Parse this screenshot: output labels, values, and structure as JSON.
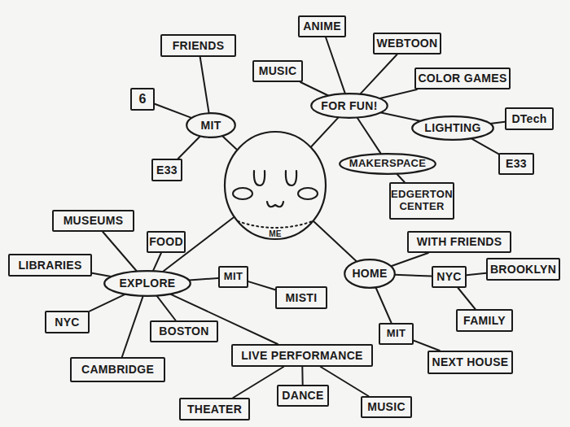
{
  "diagram": {
    "nodes": [
      {
        "text": [
          "FRIENDS"
        ]
      },
      {
        "text": [
          "ANIME"
        ]
      },
      {
        "text": [
          "WEBTOON"
        ]
      },
      {
        "text": [
          "MUSIC"
        ]
      },
      {
        "text": [
          "FOR FUN!"
        ]
      },
      {
        "text": [
          "COLOR GAMES"
        ]
      },
      {
        "text": [
          "6"
        ]
      },
      {
        "text": [
          "MIT"
        ]
      },
      {
        "text": [
          "LIGHTING"
        ]
      },
      {
        "text": [
          "DTech"
        ]
      },
      {
        "text": [
          "MAKERSPACE"
        ]
      },
      {
        "text": [
          "E33"
        ]
      },
      {
        "text": [
          "E33"
        ]
      },
      {
        "text": [
          "ME"
        ]
      },
      {
        "text": [
          "EDGERTON CENTER"
        ]
      },
      {
        "text": [
          "MUSEUMS"
        ]
      },
      {
        "text": [
          "FOOD"
        ]
      },
      {
        "text": [
          "LIBRARIES"
        ]
      },
      {
        "text": [
          "EXPLORE"
        ]
      },
      {
        "text": [
          "MIT"
        ]
      },
      {
        "text": [
          "MISTI"
        ]
      },
      {
        "text": [
          "WITH FRIENDS"
        ]
      },
      {
        "text": [
          "HOME"
        ]
      },
      {
        "text": [
          "NYC"
        ]
      },
      {
        "text": [
          "BROOKLYN"
        ]
      },
      {
        "text": [
          "NYC"
        ]
      },
      {
        "text": [
          "BOSTON"
        ]
      },
      {
        "text": [
          "FAMILY"
        ]
      },
      {
        "text": [
          "MIT"
        ]
      },
      {
        "text": [
          "LIVE PERFORMANCE"
        ]
      },
      {
        "text": [
          "NEXT HOUSE"
        ]
      },
      {
        "text": [
          "CAMBRIDGE"
        ]
      },
      {
        "text": [
          "THEATER"
        ]
      },
      {
        "text": [
          "DANCE"
        ]
      },
      {
        "text": [
          "MUSIC"
        ]
      }
    ],
    "edges": [
      {
        "from": 13,
        "to": 7,
        "arrow": "none"
      },
      {
        "from": 13,
        "to": 4,
        "arrow": "none"
      },
      {
        "from": 13,
        "to": 18,
        "arrow": "none"
      },
      {
        "from": 13,
        "to": 22,
        "arrow": "none"
      },
      {
        "from": 7,
        "to": 0,
        "arrow": "none"
      },
      {
        "from": 7,
        "to": 6,
        "arrow": "none"
      },
      {
        "from": 7,
        "to": 11,
        "arrow": "none"
      },
      {
        "from": 4,
        "to": 1,
        "arrow": "none"
      },
      {
        "from": 4,
        "to": 2,
        "arrow": "none"
      },
      {
        "from": 4,
        "to": 3,
        "arrow": "none"
      },
      {
        "from": 4,
        "to": 5,
        "arrow": "none"
      },
      {
        "from": 4,
        "to": 8,
        "arrow": "none"
      },
      {
        "from": 4,
        "to": 10,
        "arrow": "none"
      },
      {
        "from": 8,
        "to": 9,
        "arrow": "none"
      },
      {
        "from": 8,
        "to": 12,
        "arrow": "none"
      },
      {
        "from": 10,
        "to": 14,
        "arrow": "none"
      },
      {
        "from": 18,
        "to": 15,
        "arrow": "none"
      },
      {
        "from": 18,
        "to": 16,
        "arrow": "none"
      },
      {
        "from": 18,
        "to": 17,
        "arrow": "none"
      },
      {
        "from": 18,
        "to": 19,
        "arrow": "none"
      },
      {
        "from": 18,
        "to": 25,
        "arrow": "none"
      },
      {
        "from": 18,
        "to": 26,
        "arrow": "none"
      },
      {
        "from": 18,
        "to": 31,
        "arrow": "none"
      },
      {
        "from": 18,
        "to": 29,
        "arrow": "none"
      },
      {
        "from": 19,
        "to": 20,
        "arrow": "none"
      },
      {
        "from": 29,
        "to": 32,
        "arrow": "none"
      },
      {
        "from": 29,
        "to": 33,
        "arrow": "none"
      },
      {
        "from": 29,
        "to": 34,
        "arrow": "none"
      },
      {
        "from": 22,
        "to": 21,
        "arrow": "none"
      },
      {
        "from": 22,
        "to": 23,
        "arrow": "none"
      },
      {
        "from": 22,
        "to": 28,
        "arrow": "none"
      },
      {
        "from": 23,
        "to": 24,
        "arrow": "none"
      },
      {
        "from": 23,
        "to": 27,
        "arrow": "none"
      },
      {
        "from": 28,
        "to": 30,
        "arrow": "none"
      }
    ]
  }
}
